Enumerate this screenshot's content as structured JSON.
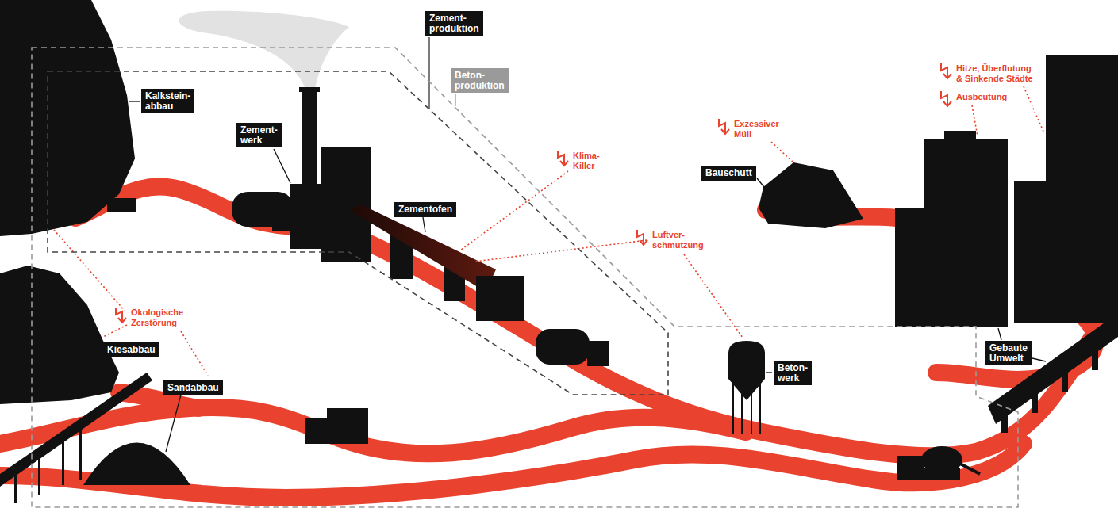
{
  "diagram": {
    "nodes": [
      {
        "text": [
          "Beton- produktion"
        ]
      },
      {
        "text": [
          "Zement- produktion"
        ],
        "in": 0
      },
      {
        "text": [
          "Kalkstein- abbau"
        ],
        "in": 1
      },
      {
        "text": [
          "Zement- werk"
        ],
        "in": 1
      },
      {
        "text": [
          "Zementofen"
        ],
        "in": 1
      },
      {
        "text": [
          "Kiesabbau"
        ],
        "in": 0
      },
      {
        "text": [
          "Sandabbau"
        ],
        "in": 0
      },
      {
        "text": [
          "Beton- werk"
        ],
        "in": 0
      },
      {
        "text": [
          "Bauschutt"
        ]
      },
      {
        "text": [
          "Gebaute Umwelt"
        ]
      }
    ],
    "labels": [
      "Ökologische Zerstörung",
      "Klima- Killer",
      "Luftver- schmutzung",
      "Exzessiver Müll",
      "Hitze, Überflutung & Sinkende Städte",
      "Ausbeutung"
    ]
  }
}
